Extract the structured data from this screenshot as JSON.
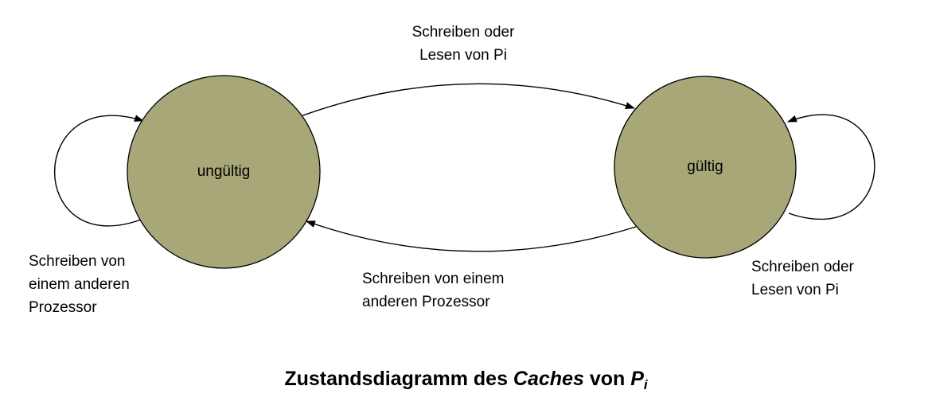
{
  "diagram": {
    "states": {
      "invalid": "ungültig",
      "valid": "gültig"
    },
    "transitions": {
      "invalid_to_valid": {
        "line1": "Schreiben oder",
        "line2": "Lesen von Pi"
      },
      "valid_to_invalid": {
        "line1": "Schreiben von einem",
        "line2": "anderen Prozessor"
      },
      "invalid_self_loop": {
        "line1": "Schreiben von",
        "line2": "einem anderen",
        "line3": "Prozessor"
      },
      "valid_self_loop": {
        "line1": "Schreiben oder",
        "line2": "Lesen von Pi"
      }
    },
    "caption": {
      "prefix": "Zustandsdiagramm des ",
      "italic1": "Caches",
      "middle": " von ",
      "italic2": "P",
      "subscript": "i"
    },
    "colors": {
      "state_fill": "#a8a778",
      "stroke": "#000000",
      "background": "#ffffff"
    }
  }
}
